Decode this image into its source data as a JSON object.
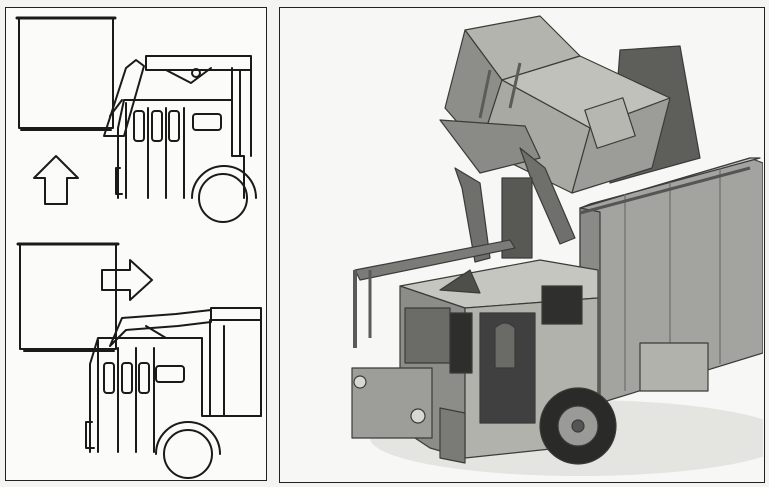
{
  "figure": {
    "left_panel": {
      "steps": [
        {
          "arrow_direction": "up"
        },
        {
          "arrow_direction": "right"
        }
      ]
    },
    "right_panel": {
      "subject": "refuse-collection-truck-photo"
    },
    "colors": {
      "line": "#1a1a1a",
      "paper": "#fbfbfa",
      "truck_body": "#9a9a96",
      "truck_shadow": "#5e5e5a",
      "truck_light": "#c4c4bf"
    }
  }
}
